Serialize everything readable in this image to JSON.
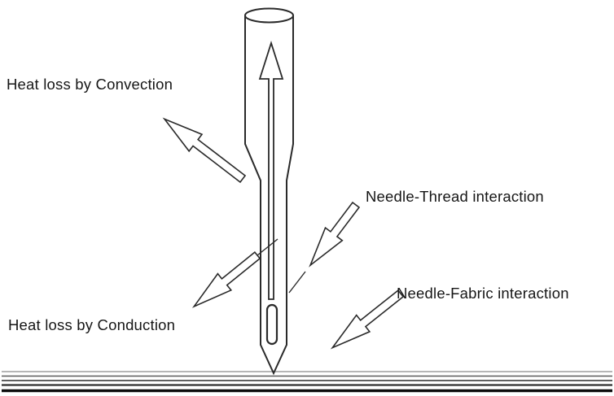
{
  "diagram": {
    "background": "#ffffff",
    "line_color": "#2a2a2a",
    "text_color": "#161616",
    "labels": {
      "convection": "Heat loss by Convection",
      "needle_thread": "Needle-Thread interaction",
      "conduction": "Heat loss by Conduction",
      "needle_fabric": "Needle-Fabric interaction"
    },
    "icons": {
      "needle": "needle-icon",
      "needle_eye": "needle-eye-icon",
      "internal_flow": "upward-arrow-icon",
      "convection_arrow": "block-arrow-up-left-icon",
      "conduction_arrow": "block-arrow-down-left-icon",
      "thread_arrow": "block-arrow-down-left-icon",
      "fabric_arrow": "block-arrow-down-left-icon",
      "fabric": "fabric-layers-icon"
    }
  }
}
